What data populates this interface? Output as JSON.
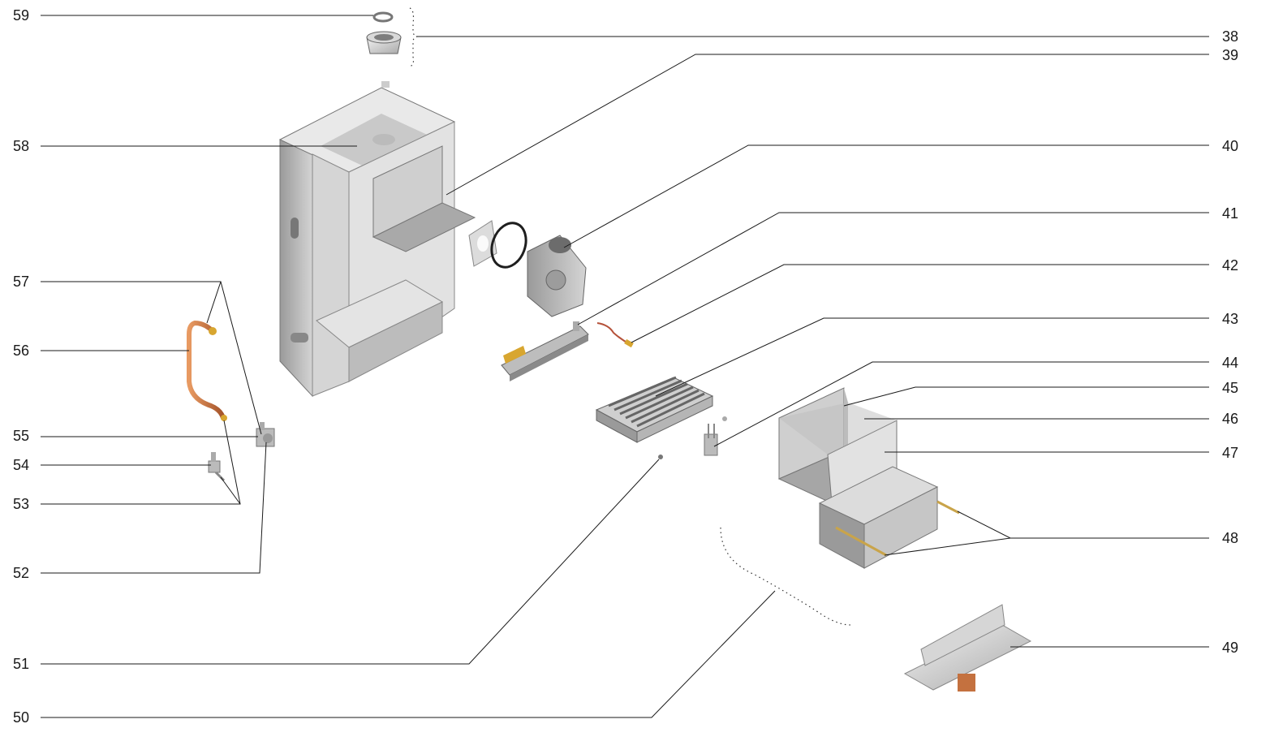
{
  "callouts": {
    "n38": "38",
    "n39": "39",
    "n40": "40",
    "n41": "41",
    "n42": "42",
    "n43": "43",
    "n44": "44",
    "n45": "45",
    "n46": "46",
    "n47": "47",
    "n48": "48",
    "n49": "49",
    "n50": "50",
    "n51": "51",
    "n52": "52",
    "n53": "53",
    "n54": "54",
    "n55": "55",
    "n56": "56",
    "n57": "57",
    "n58": "58",
    "n59": "59"
  },
  "colors": {
    "metal_light": "#e6e6e6",
    "metal_mid": "#bdbdbd",
    "metal_dark": "#8a8a8a",
    "copper": "#c4713f",
    "brass": "#d8a630",
    "line": "#1a1a1a"
  }
}
